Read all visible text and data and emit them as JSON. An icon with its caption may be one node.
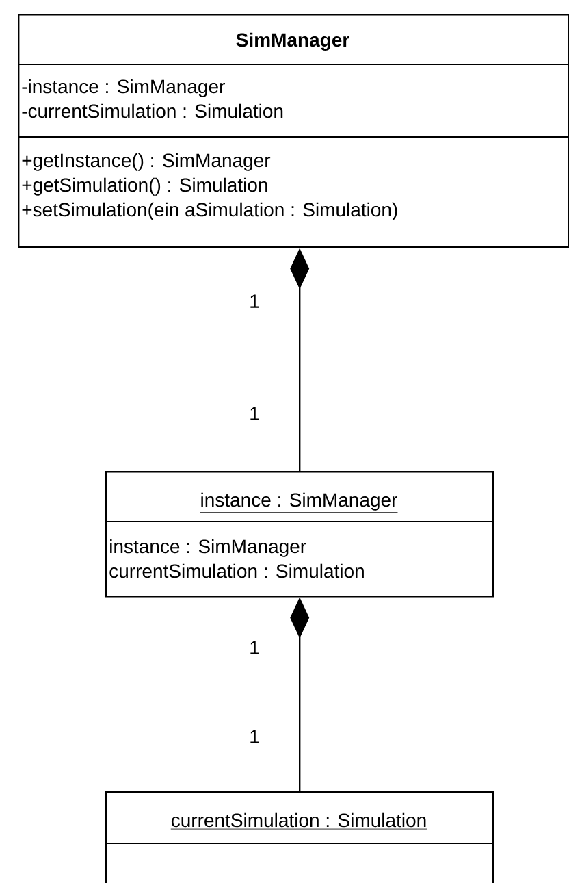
{
  "diagram": {
    "nodes": [
      {
        "text": [
          "SimManager",
          "-instance : SimManager",
          "-currentSimulation : Simulation",
          "+getInstance() : SimManager",
          "+getSimulation() : Simulation",
          "+setSimulation(ein aSimulation : Simulation)"
        ]
      },
      {
        "text": [
          "instance : SimManager",
          "instance : SimManager",
          "currentSimulation : Simulation"
        ]
      },
      {
        "text": [
          "currentSimulation : Simulation"
        ]
      }
    ],
    "edges": [
      {
        "from": 0,
        "to": 1,
        "arrow": "other"
      },
      {
        "from": 1,
        "to": 2,
        "arrow": "other"
      }
    ],
    "labels": [
      "1",
      "1",
      "1",
      "1"
    ]
  }
}
